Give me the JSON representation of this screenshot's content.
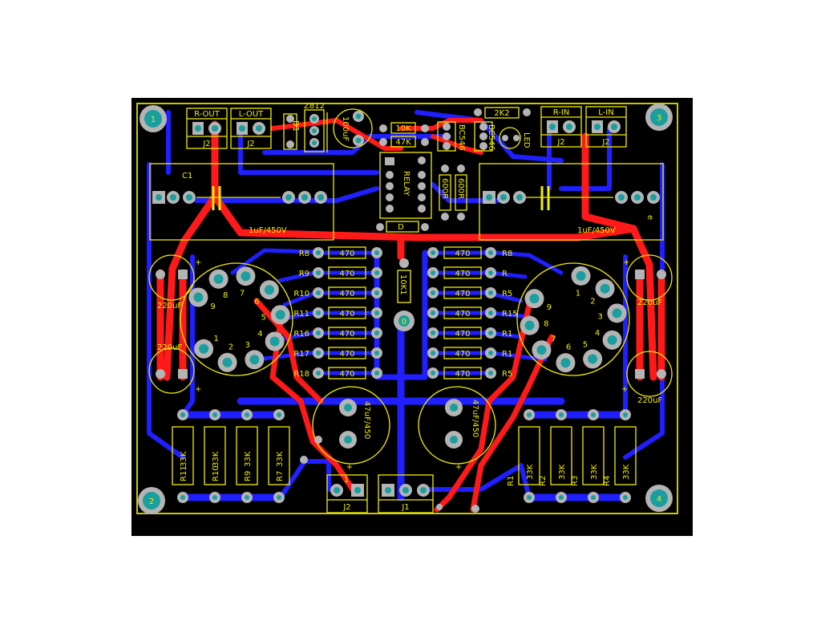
{
  "colors": {
    "board": "#000000",
    "outline": "#c8c800",
    "silkscreen": "#f2ee00",
    "top_copper": "#ff1a1a",
    "bottom_copper": "#1f1fff",
    "pad": "#b4b4b4",
    "drill": "#1a9e9e"
  },
  "mounting": [
    "1",
    "3",
    "2",
    "4"
  ],
  "connectors": {
    "r_out": "R-OUT",
    "l_out": "L-OUT",
    "r_in": "R-IN",
    "l_in": "L-IN",
    "j2": "J2",
    "j1": "J1",
    "one": "1"
  },
  "top": {
    "z": "Z812",
    "d1": "D1",
    "cap100": "100uF",
    "r10k": "10K",
    "r47k": "47K",
    "relay": "RELAY",
    "bc1": "BC546",
    "bc2": "BC546",
    "r2k2": "2K2",
    "led": "LED",
    "r600a": "600R",
    "r600b": "600R",
    "diode": "D"
  },
  "caps": {
    "c1": "C1",
    "cap_left": "1uF/450V",
    "cap_right": "1uF/450V",
    "e": "e",
    "c220": [
      "220uF",
      "220uF",
      "220uF",
      "220uF"
    ],
    "c47": [
      "47uF/450",
      "47uF/450"
    ],
    "plus": "+"
  },
  "res_left": [
    {
      "ref": "R8",
      "val": "470"
    },
    {
      "ref": "R9",
      "val": "470"
    },
    {
      "ref": "R10",
      "val": "470"
    },
    {
      "ref": "R11",
      "val": "470"
    },
    {
      "ref": "R16",
      "val": "470"
    },
    {
      "ref": "R17",
      "val": "470"
    },
    {
      "ref": "R18",
      "val": "470"
    }
  ],
  "res_right": [
    {
      "ref": "R8",
      "val": "470"
    },
    {
      "ref": "R",
      "val": "470"
    },
    {
      "ref": "R5",
      "val": "470"
    },
    {
      "ref": "R15",
      "val": "470"
    },
    {
      "ref": "R1",
      "val": "470"
    },
    {
      "ref": "R1",
      "val": "470"
    },
    {
      "ref": "R5",
      "val": "470"
    }
  ],
  "center_res": "10K1",
  "center_pad": "0",
  "tube_left_pins": [
    "9",
    "8",
    "7",
    "6",
    "5",
    "4",
    "3",
    "2",
    "1"
  ],
  "tube_right_pins": [
    "1",
    "2",
    "3",
    "4",
    "5",
    "6",
    "7",
    "8",
    "9"
  ],
  "bottom_left": [
    {
      "ref": "R11",
      "val": "33K"
    },
    {
      "ref": "R10",
      "val": "33K"
    },
    {
      "ref": "R9",
      "val": "33K"
    },
    {
      "ref": "R7",
      "val": "33K"
    }
  ],
  "bottom_right": [
    {
      "ref": "R1",
      "val": "33K"
    },
    {
      "ref": "R2",
      "val": "33K"
    },
    {
      "ref": "R3",
      "val": "33K"
    },
    {
      "ref": "R4",
      "val": "33K"
    }
  ]
}
